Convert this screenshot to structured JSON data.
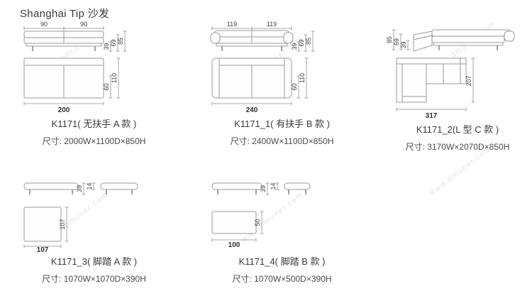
{
  "title": "Shanghai Tip 沙发",
  "watermark": "www.dmuner.com",
  "products": {
    "sofa_a": {
      "name": "K1171( 无扶手 A 款 )",
      "size": "尺寸: 2000W×1100D×850H",
      "front": {
        "w_left": "90",
        "w_right": "90",
        "h_seat": "39",
        "h_back": "69",
        "h_total": "85"
      },
      "top": {
        "d_seat": "60",
        "d_total": "110",
        "w_total": "200"
      }
    },
    "sofa_b": {
      "name": "K1171_1( 有扶手 B 款 )",
      "size": "尺寸: 2400W×1100D×850H",
      "front": {
        "w_left": "119",
        "w_right": "119",
        "h_seat": "39",
        "h_back": "69",
        "h_total": "85"
      },
      "top": {
        "d_seat": "60",
        "d_total": "110",
        "w_total": "240"
      }
    },
    "sofa_c": {
      "name": "K1171_2(L 型 C 款 )",
      "size": "尺寸: 3170W×2070D×850H",
      "front": {
        "h_seat": "39",
        "h_back": "69",
        "h_total": "85"
      },
      "top": {
        "d_total": "207",
        "w_total": "317"
      }
    },
    "stool_a": {
      "name": "K1171_3( 脚踏 A 款 )",
      "size": "尺寸: 1070W×1070D×390H",
      "front": {
        "h_total": "39",
        "h_cushion": "14"
      },
      "top": {
        "d_total": "107",
        "w_total": "107"
      }
    },
    "stool_b": {
      "name": "K1171_4( 脚踏 B 款 )",
      "size": "尺寸: 1070W×500D×390H",
      "front": {
        "h_total": "39",
        "h_cushion": "14"
      },
      "top": {
        "d_total": "50",
        "w_total": "100"
      }
    }
  }
}
